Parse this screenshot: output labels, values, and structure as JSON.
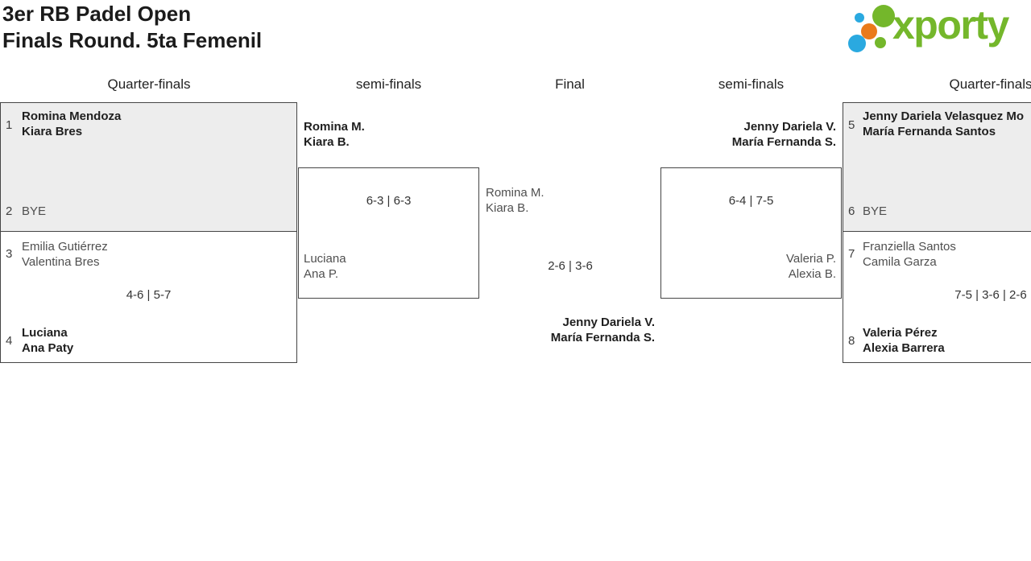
{
  "title": {
    "line1": "3er RB Padel Open",
    "line2": "Finals Round. 5ta Femenil"
  },
  "logo": {
    "text": "xporty",
    "colors": {
      "green": "#74b72b",
      "blue": "#2aa9e0",
      "orange": "#ea7a1a"
    }
  },
  "round_headers": {
    "quarterfinals_left": "Quarter-finals",
    "semifinals_left": "semi-finals",
    "final": "Final",
    "semifinals_right": "semi-finals",
    "quarterfinals_right": "Quarter-finals"
  },
  "matches": {
    "qf_left_top": {
      "seed_a": "1",
      "team_a_line1": "Romina Mendoza",
      "team_a_line2": "Kiara Bres",
      "seed_b": "2",
      "team_b": "BYE"
    },
    "qf_left_bottom": {
      "seed_a": "3",
      "team_a_line1": "Emilia Gutiérrez",
      "team_a_line2": "Valentina Bres",
      "score": "4-6 | 5-7",
      "seed_b": "4",
      "team_b_line1": "Luciana",
      "team_b_line2": "Ana Paty"
    },
    "sf_left": {
      "team_a_line1": "Romina M.",
      "team_a_line2": "Kiara B.",
      "score": "6-3 | 6-3",
      "team_b_line1": "Luciana",
      "team_b_line2": "Ana P."
    },
    "final": {
      "team_a_line1": "Romina M.",
      "team_a_line2": "Kiara B.",
      "score": "2-6 | 3-6",
      "team_b_line1": "Jenny Dariela V.",
      "team_b_line2": "María Fernanda S."
    },
    "sf_right": {
      "team_a_line1": "Jenny Dariela V.",
      "team_a_line2": "María Fernanda S.",
      "score": "6-4 | 7-5",
      "team_b_line1": "Valeria P.",
      "team_b_line2": "Alexia B."
    },
    "qf_right_top": {
      "seed_a": "5",
      "team_a_line1": "Jenny Dariela Velasquez Mo",
      "team_a_line2": "María Fernanda Santos",
      "seed_b": "6",
      "team_b": "BYE"
    },
    "qf_right_bottom": {
      "seed_a": "7",
      "team_a_line1": "Franziella Santos",
      "team_a_line2": "Camila Garza",
      "score": "7-5 | 3-6 | 2-6",
      "seed_b": "8",
      "team_b_line1": "Valeria Pérez",
      "team_b_line2": "Alexia Barrera"
    }
  }
}
